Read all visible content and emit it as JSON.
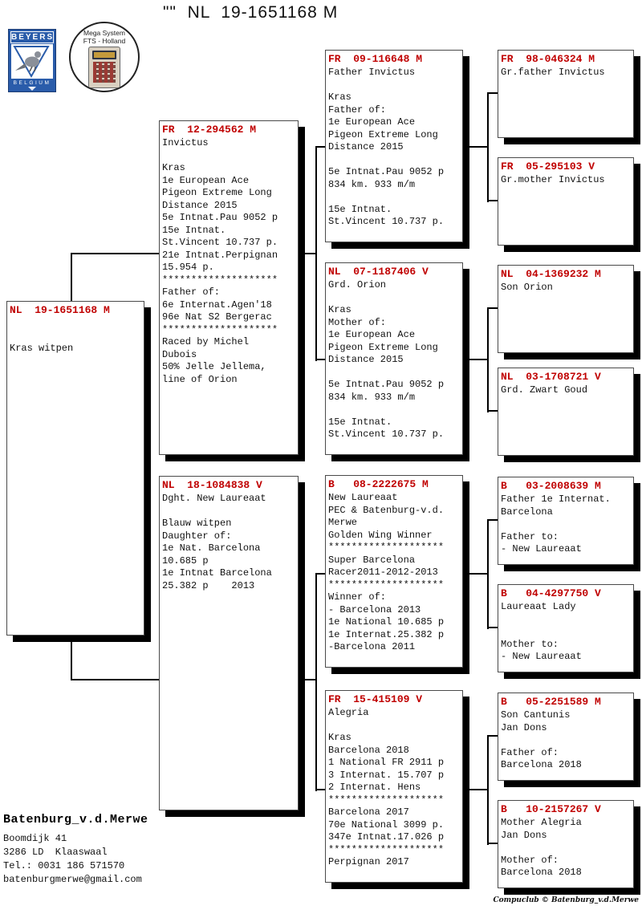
{
  "title": "\"\"  NL  19-1651168 M",
  "logos": {
    "beyers": {
      "top": "BEYERS",
      "bottom": "BELGIUM"
    },
    "mega": {
      "line1": "Mega System",
      "line2": "FTS - Holland"
    }
  },
  "colors": {
    "header_red": "#c00000",
    "box_shadow": "#000000",
    "beyers_blue": "#2a5caa"
  },
  "pedigree": {
    "gen1": [
      {
        "ring": "NL  19-1651168 M",
        "body": "\n\nKras witpen"
      }
    ],
    "gen2": [
      {
        "ring": "FR  12-294562 M",
        "body": "Invictus\n\nKras\n1e European Ace\nPigeon Extreme Long\nDistance 2015\n5e Intnat.Pau 9052 p\n15e Intnat.\nSt.Vincent 10.737 p.\n21e Intnat.Perpignan\n15.954 p.\n********************\nFather of:\n6e Internat.Agen'18\n96e Nat S2 Bergerac\n********************\nRaced by Michel\nDubois\n50% Jelle Jellema,\nline of Orion"
      },
      {
        "ring": "NL  18-1084838 V",
        "body": "Dght. New Laureaat\n\nBlauw witpen\nDaughter of:\n1e Nat. Barcelona\n10.685 p\n1e Intnat Barcelona\n25.382 p    2013"
      }
    ],
    "gen3": [
      {
        "ring": "FR  09-116648 M",
        "body": "Father Invictus\n\nKras\nFather of:\n1e European Ace\nPigeon Extreme Long\nDistance 2015\n\n5e Intnat.Pau 9052 p\n834 km. 933 m/m\n\n15e Intnat.\nSt.Vincent 10.737 p."
      },
      {
        "ring": "NL  07-1187406 V",
        "body": "Grd. Orion\n\nKras\nMother of:\n1e European Ace\nPigeon Extreme Long\nDistance 2015\n\n5e Intnat.Pau 9052 p\n834 km. 933 m/m\n\n15e Intnat.\nSt.Vincent 10.737 p."
      },
      {
        "ring": "B   08-2222675 M",
        "body": "New Laureaat\nPEC & Batenburg-v.d.\nMerwe\nGolden Wing Winner\n********************\nSuper Barcelona\nRacer2011-2012-2013\n********************\nWinner of:\n- Barcelona 2013\n1e National 10.685 p\n1e Internat.25.382 p\n-Barcelona 2011"
      },
      {
        "ring": "FR  15-415109 V",
        "body": "Alegria\n\nKras\nBarcelona 2018\n1 National FR 2911 p\n3 Internat. 15.707 p\n2 Internat. Hens\n********************\nBarcelona 2017\n70e National 3099 p.\n347e Intnat.17.026 p\n********************\nPerpignan 2017"
      }
    ],
    "gen4": [
      {
        "ring": "FR  98-046324 M",
        "body": "Gr.father Invictus"
      },
      {
        "ring": "FR  05-295103 V",
        "body": "Gr.mother Invictus"
      },
      {
        "ring": "NL  04-1369232 M",
        "body": "Son Orion"
      },
      {
        "ring": "NL  03-1708721 V",
        "body": "Grd. Zwart Goud"
      },
      {
        "ring": "B   03-2008639 M",
        "body": "Father 1e Internat.\nBarcelona\n\nFather to:\n- New Laureaat"
      },
      {
        "ring": "B   04-4297750 V",
        "body": "Laureaat Lady\n\n\nMother to:\n- New Laureaat"
      },
      {
        "ring": "B   05-2251589 M",
        "body": "Son Cantunis\nJan Dons\n\nFather of:\nBarcelona 2018"
      },
      {
        "ring": "B   10-2157267 V",
        "body": "Mother Alegria\nJan Dons\n\nMother of:\nBarcelona 2018"
      }
    ]
  },
  "owner": {
    "name": "Batenburg_v.d.Merwe",
    "address": "Boomdijk 41\n3286 LD  Klaaswaal\nTel.: 0031 186 571570\nbatenburgmerwe@gmail.com"
  },
  "credit": "Compuclub © Batenburg_v.d.Merwe"
}
